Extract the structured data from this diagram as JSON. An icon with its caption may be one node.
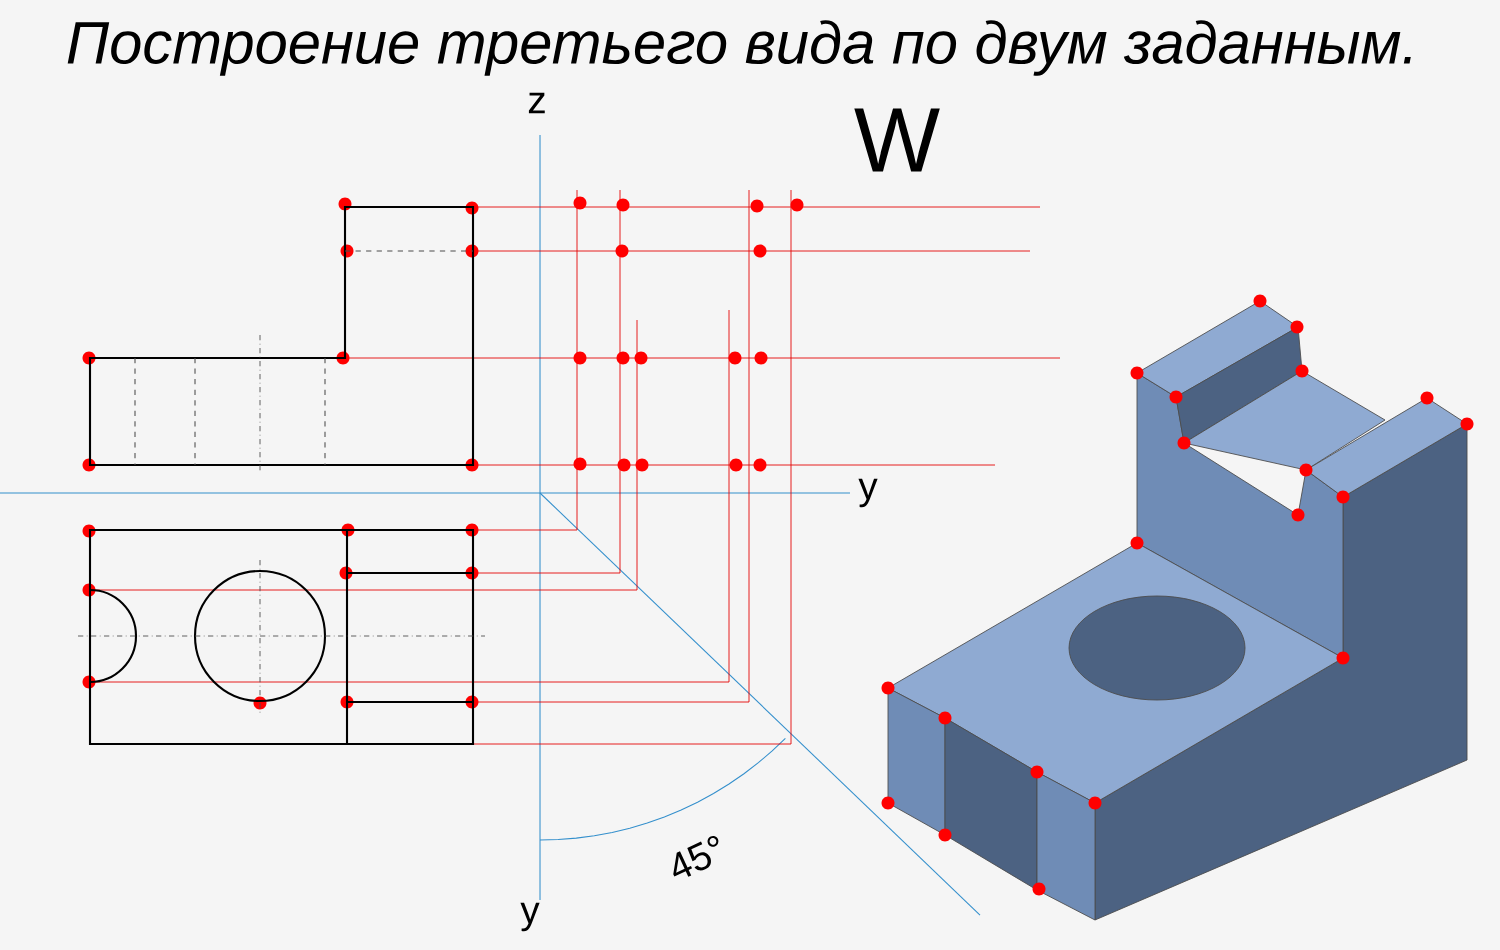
{
  "diagram": {
    "title": "Построение третьего вида по двум заданным.",
    "labels": [
      "z",
      "W",
      "y",
      "y",
      "45°"
    ]
  }
}
